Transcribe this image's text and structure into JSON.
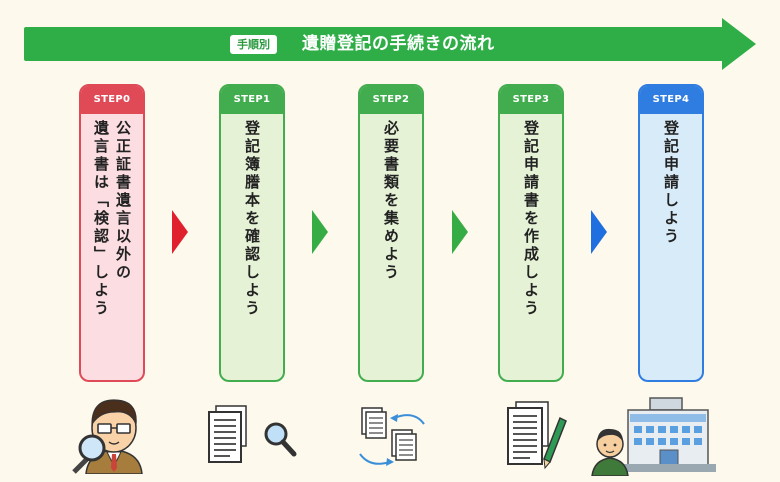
{
  "banner": {
    "tag": "手順別",
    "title": "遺贈登記の手続きの流れ"
  },
  "steps": [
    {
      "label": "STEP0",
      "text": "公正証書遺言以外の\n遺言書は「検認」しよう"
    },
    {
      "label": "STEP1",
      "text": "登記簿謄本を確認しよう"
    },
    {
      "label": "STEP2",
      "text": "必要書類を集めよう"
    },
    {
      "label": "STEP3",
      "text": "登記申請書を作成しよう"
    },
    {
      "label": "STEP4",
      "text": "登記申請しよう"
    }
  ],
  "illustrations": [
    "man-with-magnifier-icon",
    "document-with-magnifier-icon",
    "document-exchange-icon",
    "document-with-pen-icon",
    "person-with-office-building-icon"
  ]
}
